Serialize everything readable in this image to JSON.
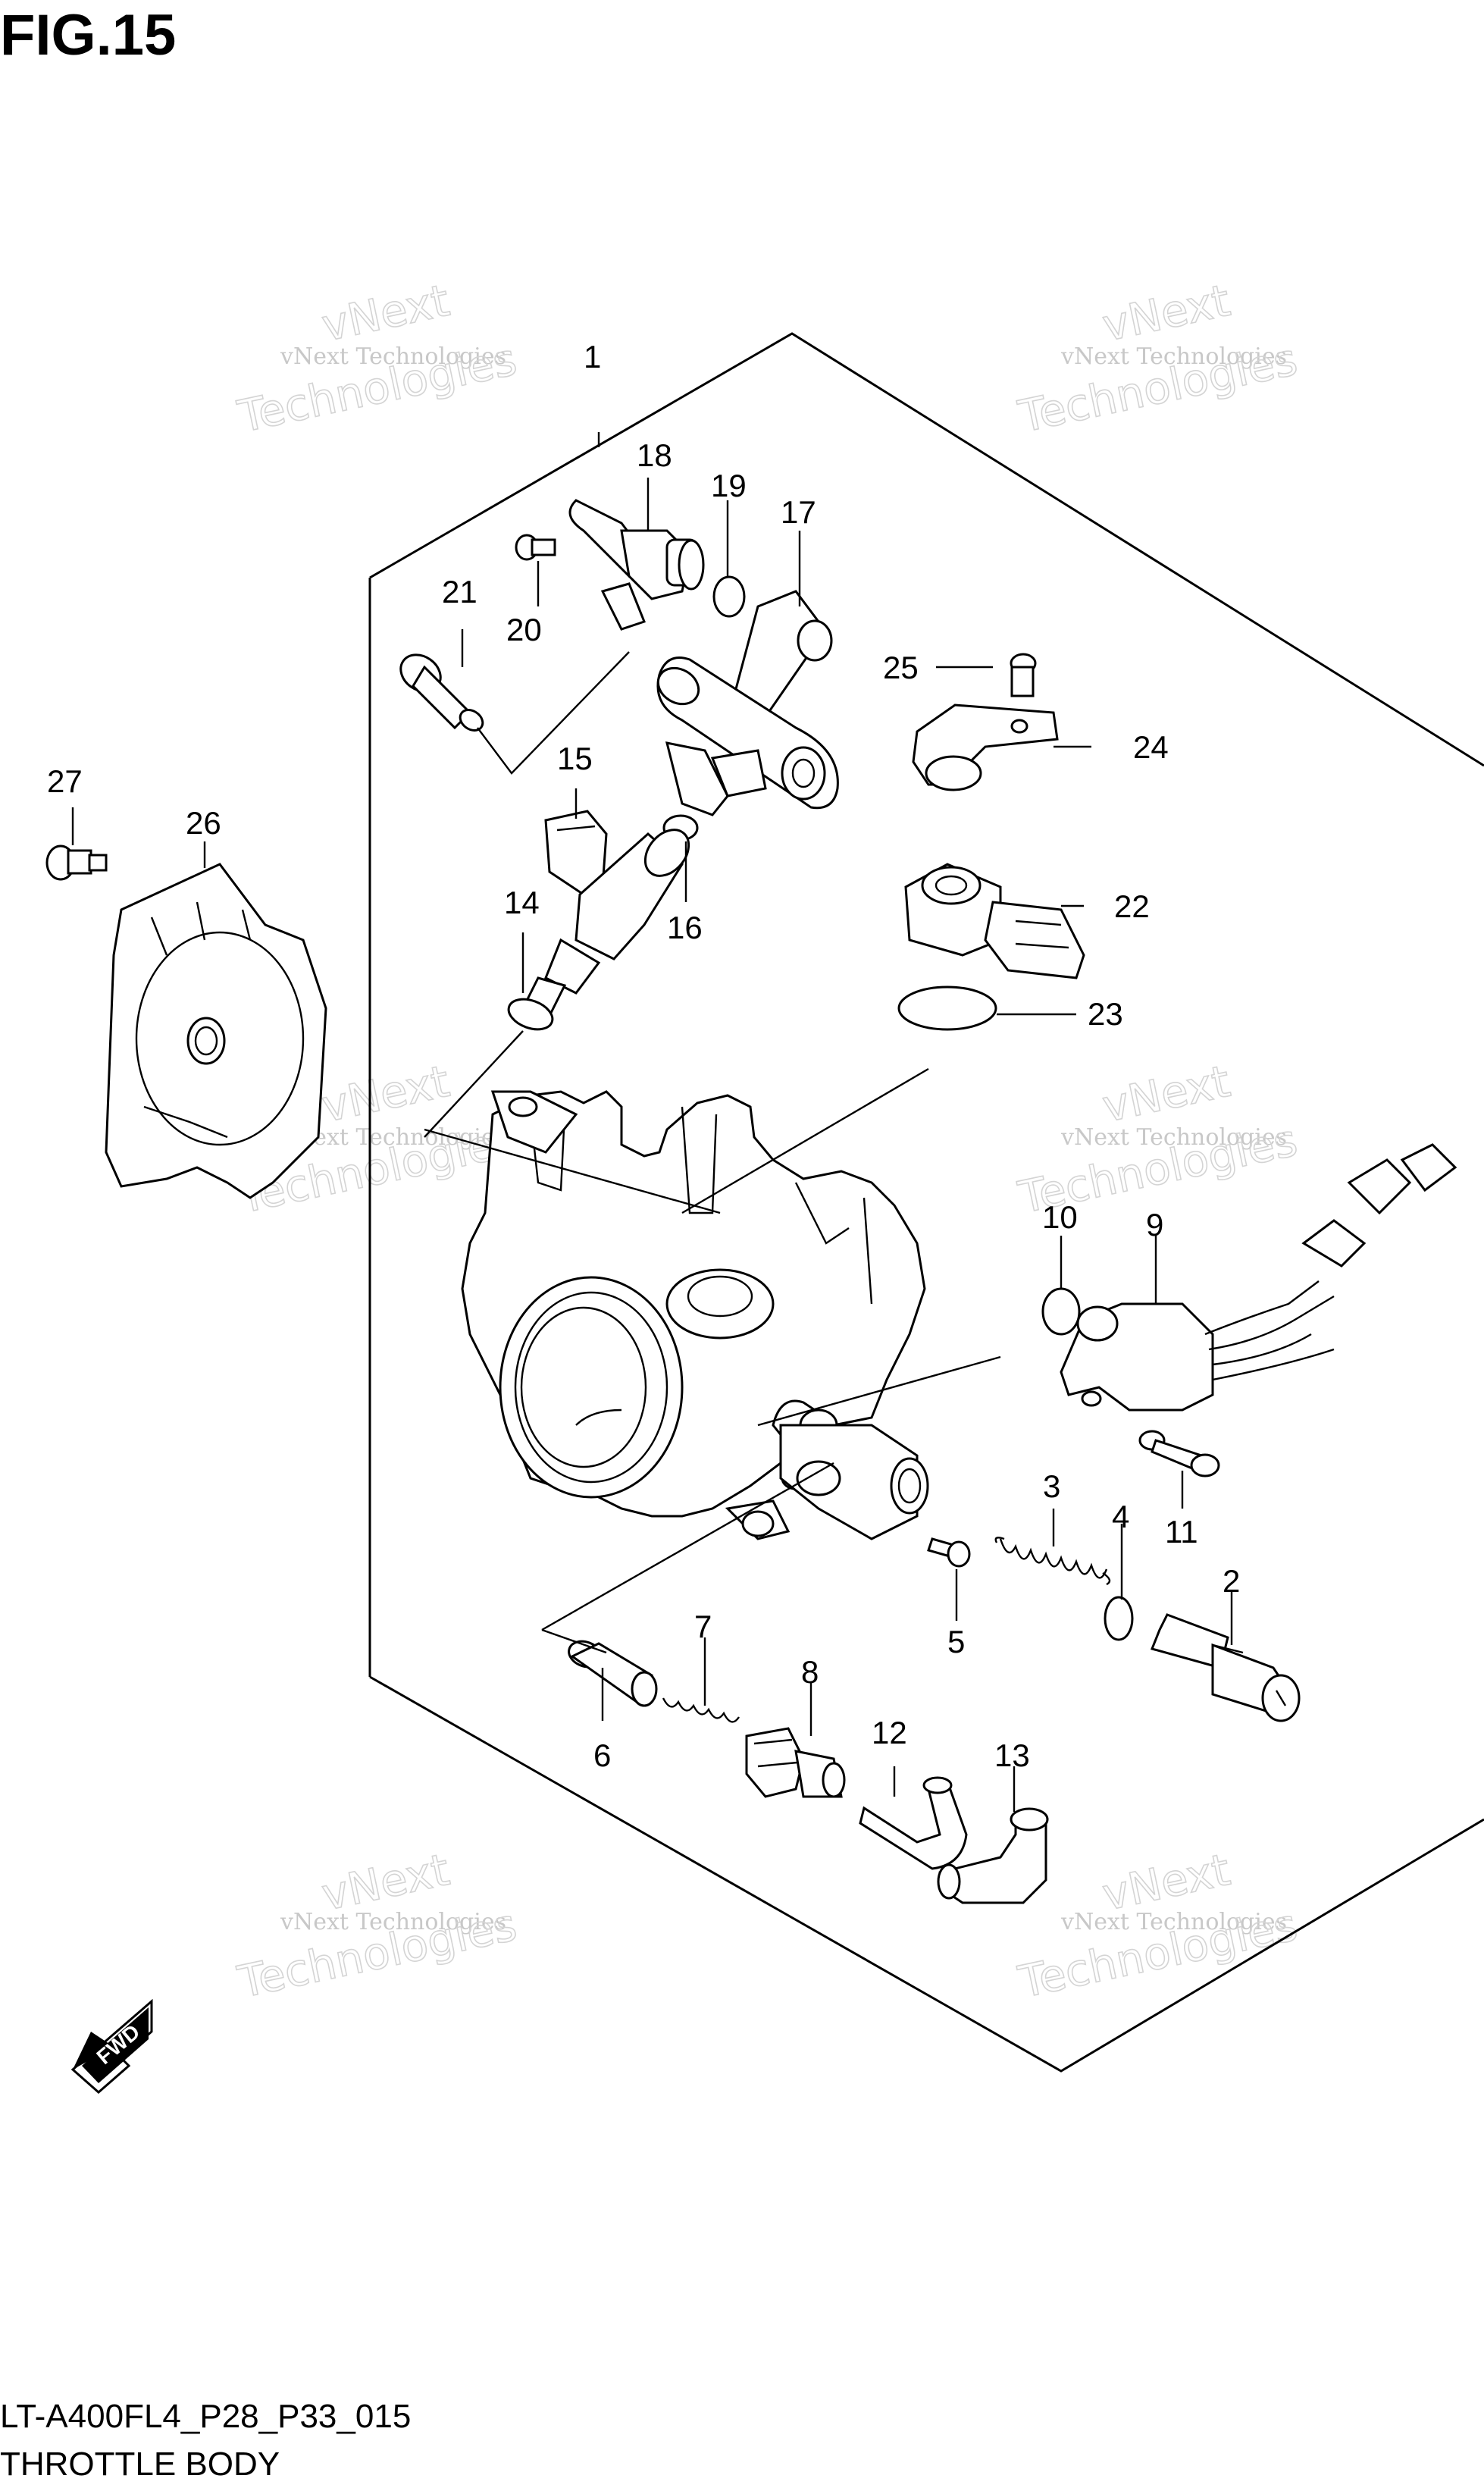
{
  "figure": {
    "title": "FIG.15",
    "model_code": "LT-A400FL4_P28_P33_015",
    "caption": "THROTTLE BODY"
  },
  "watermark": {
    "line_small": "vNext Technologies",
    "line_big": "Technologies",
    "line_top": "vNext"
  },
  "direction_arrow": {
    "label": "FWD"
  },
  "callouts": [
    "1",
    "2",
    "3",
    "4",
    "5",
    "6",
    "7",
    "8",
    "9",
    "10",
    "11",
    "12",
    "13",
    "14",
    "15",
    "16",
    "17",
    "18",
    "19",
    "20",
    "21",
    "22",
    "23",
    "24",
    "25",
    "26",
    "27"
  ],
  "colors": {
    "line": "#000000",
    "background": "#ffffff",
    "watermark": "#c8c8c8"
  }
}
